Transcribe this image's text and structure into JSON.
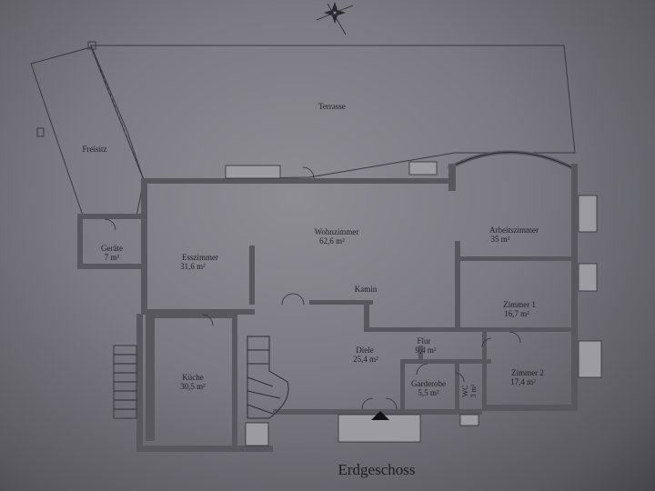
{
  "title": "Erdgeschoss",
  "rooms": [
    {
      "name": "Terrasse",
      "area": ""
    },
    {
      "name": "Freisitz",
      "area": ""
    },
    {
      "name": "Geräte",
      "area": "7 m²"
    },
    {
      "name": "Wohnzimmer",
      "area": "62,6 m²"
    },
    {
      "name": "Arbeitszimmer",
      "area": "35 m²"
    },
    {
      "name": "Esszimmer",
      "area": "31,6 m²"
    },
    {
      "name": "Kamin",
      "area": ""
    },
    {
      "name": "Zimmer 1",
      "area": "16,7 m²"
    },
    {
      "name": "Flur",
      "area": "9,4 m²"
    },
    {
      "name": "Diele",
      "area": "25,4 m²"
    },
    {
      "name": "Küche",
      "area": "30,5 m²"
    },
    {
      "name": "Garderobe",
      "area": "5,5 m²"
    },
    {
      "name": "WC",
      "area": "3 m²"
    },
    {
      "name": "Zimmer 2",
      "area": "17,4 m²"
    }
  ],
  "compass": {
    "icon": "compass-rose-icon"
  },
  "entrance": {
    "icon": "entrance-arrow-icon"
  }
}
